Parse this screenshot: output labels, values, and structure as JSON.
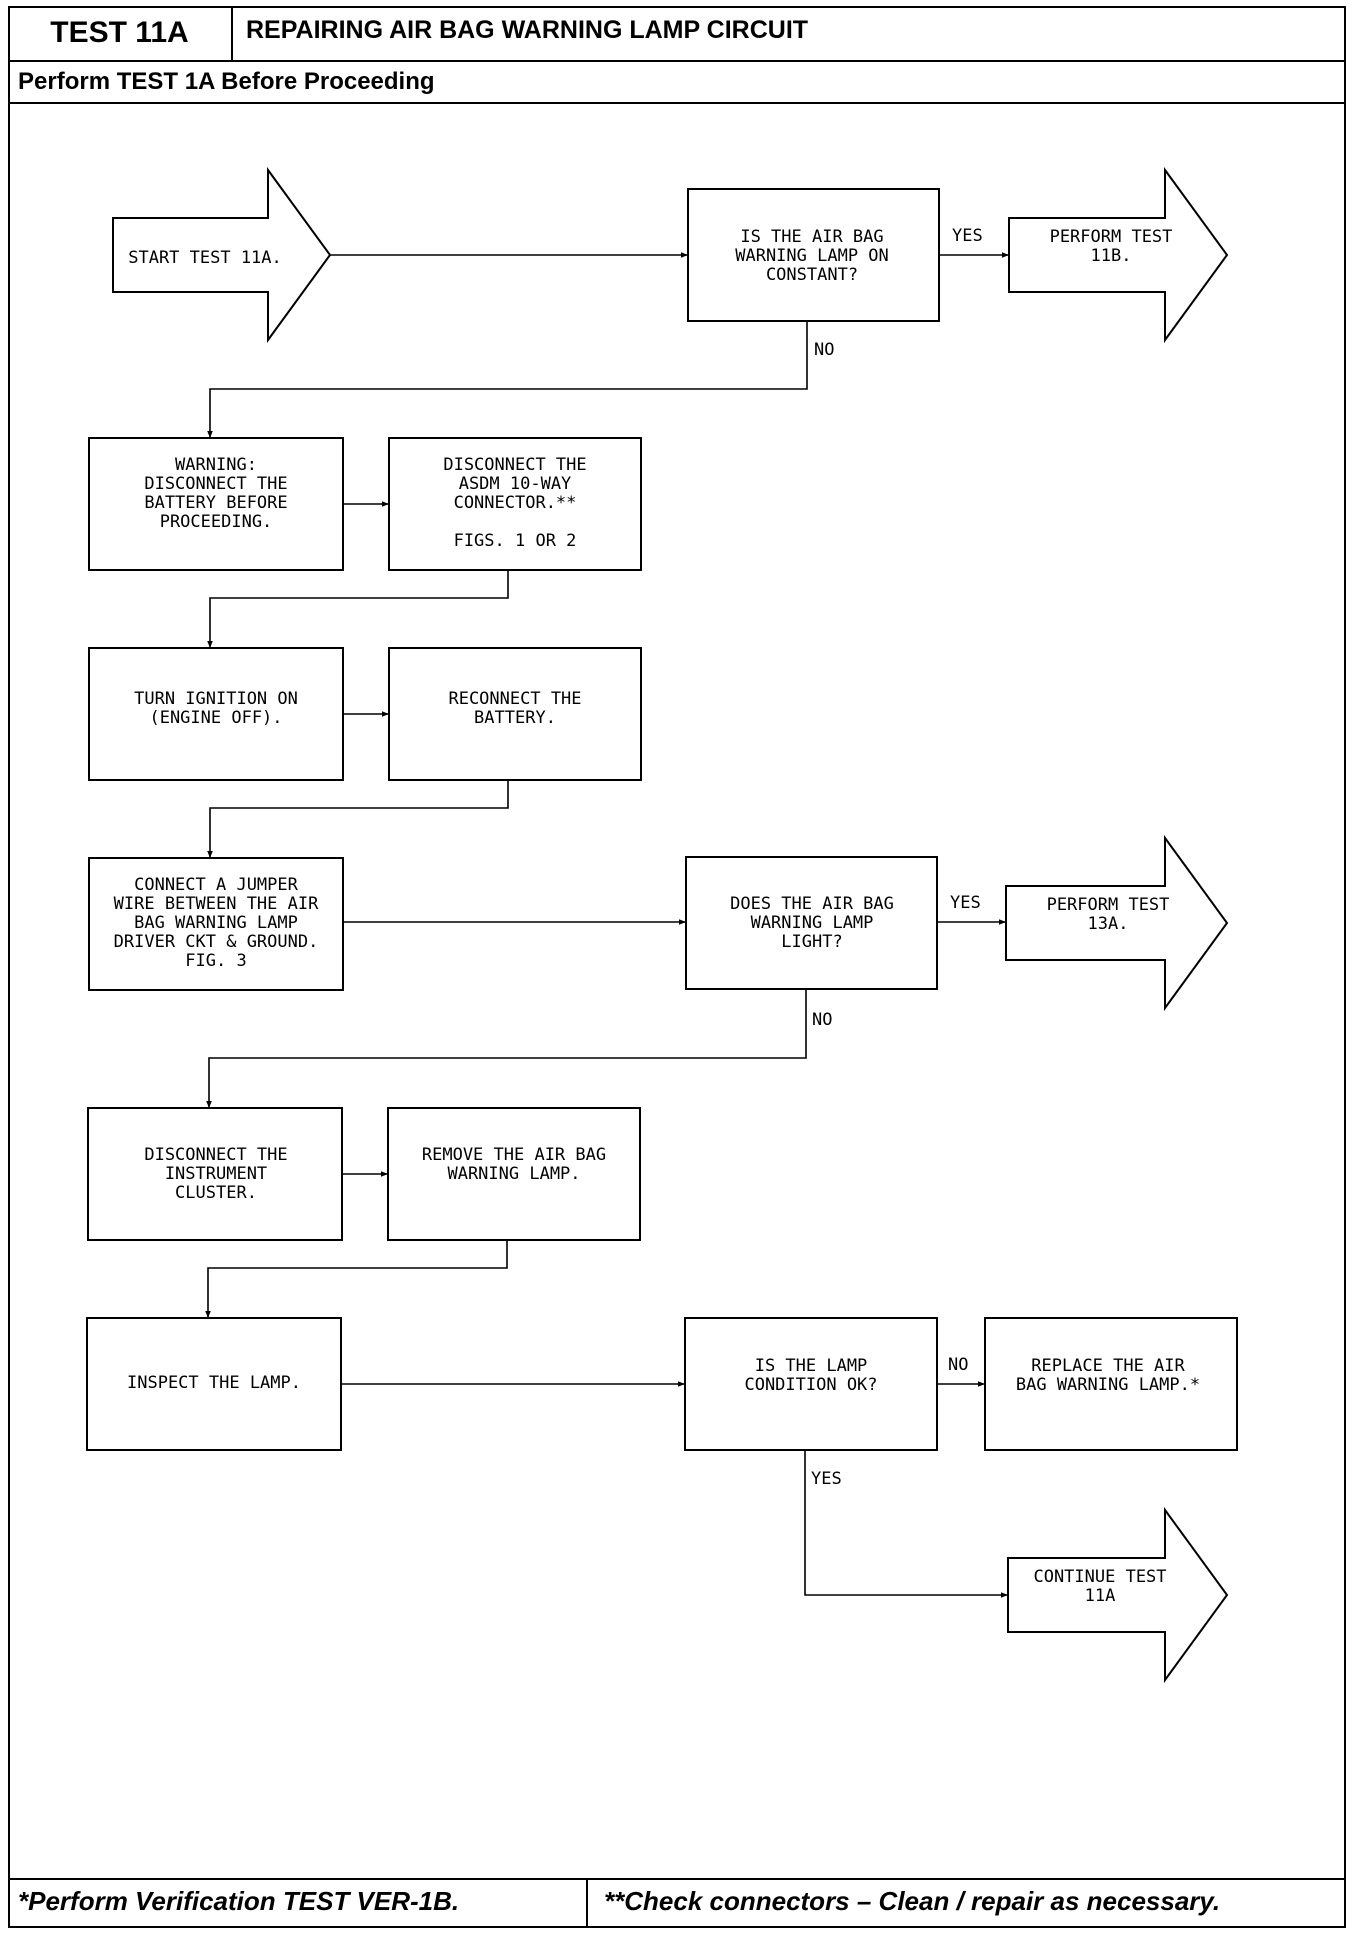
{
  "header": {
    "test_id": "TEST 11A",
    "title": "REPAIRING AIR BAG WARNING LAMP CIRCUIT",
    "prerequisite": "Perform TEST 1A Before Proceeding"
  },
  "nodes": {
    "start": [
      "START TEST 11A."
    ],
    "q_constant": [
      "IS THE AIR BAG",
      "WARNING LAMP ON",
      "CONSTANT?"
    ],
    "perform_11b": [
      "PERFORM TEST",
      "11B."
    ],
    "warning": [
      "WARNING:",
      "DISCONNECT THE",
      "BATTERY BEFORE",
      "PROCEEDING."
    ],
    "disconnect_asdm": [
      "DISCONNECT THE",
      "ASDM 10-WAY",
      "CONNECTOR.**",
      "",
      "FIGS. 1 OR 2"
    ],
    "ignition_on": [
      "TURN IGNITION ON",
      "(ENGINE OFF)."
    ],
    "reconnect_battery": [
      "RECONNECT THE",
      "BATTERY."
    ],
    "connect_jumper": [
      "CONNECT A JUMPER",
      "WIRE BETWEEN THE AIR",
      "BAG WARNING LAMP",
      "DRIVER CKT & GROUND.",
      "FIG. 3"
    ],
    "q_light": [
      "DOES THE AIR BAG",
      "WARNING LAMP",
      "LIGHT?"
    ],
    "perform_13a": [
      "PERFORM TEST",
      "13A."
    ],
    "disconnect_cluster": [
      "DISCONNECT THE",
      "INSTRUMENT",
      "CLUSTER."
    ],
    "remove_lamp": [
      "REMOVE THE AIR BAG",
      "WARNING LAMP."
    ],
    "inspect_lamp": [
      "INSPECT THE LAMP."
    ],
    "q_lamp_ok": [
      "IS THE LAMP",
      "CONDITION OK?"
    ],
    "replace_lamp": [
      "REPLACE THE AIR",
      "BAG WARNING LAMP.*"
    ],
    "continue_11a": [
      "CONTINUE TEST",
      "11A"
    ]
  },
  "edge_labels": {
    "constant_yes": "YES",
    "constant_no": "NO",
    "light_yes": "YES",
    "light_no": "NO",
    "lamp_ok_no": "NO",
    "lamp_ok_yes": "YES"
  },
  "footer": {
    "note_single": "*Perform Verification TEST VER-1B.",
    "note_double": "**Check connectors – Clean / repair as necessary."
  }
}
